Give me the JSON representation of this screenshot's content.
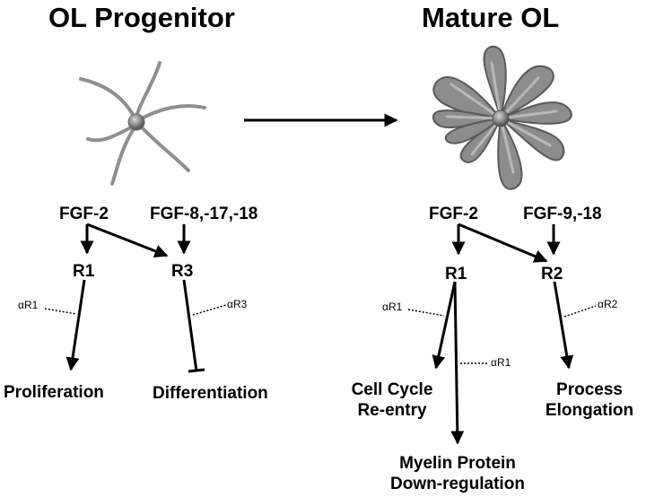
{
  "left": {
    "title": "OL Progenitor",
    "ligand_a": "FGF-2",
    "ligand_b": "FGF-8,-17,-18",
    "receptor_a": "R1",
    "receptor_b": "R3",
    "antibody_a": "αR1",
    "antibody_b": "αR3",
    "outcome_a": "Proliferation",
    "outcome_b": "Differentiation"
  },
  "right": {
    "title": "Mature OL",
    "ligand_a": "FGF-2",
    "ligand_b": "FGF-9,-18",
    "receptor_a": "R1",
    "receptor_b": "R2",
    "antibody_a1": "αR1",
    "antibody_a2": "αR1",
    "antibody_b": "αR2",
    "outcome_cycle_1": "Cell Cycle",
    "outcome_cycle_2": "Re-entry",
    "outcome_myelin_1": "Myelin Protein",
    "outcome_myelin_2": "Down-regulation",
    "outcome_process_1": "Process",
    "outcome_process_2": "Elongation"
  },
  "colors": {
    "line": "#000000",
    "cell_fill": "#8c8c8c",
    "cell_stroke": "#5a5a5a",
    "process_stroke": "#909090"
  }
}
